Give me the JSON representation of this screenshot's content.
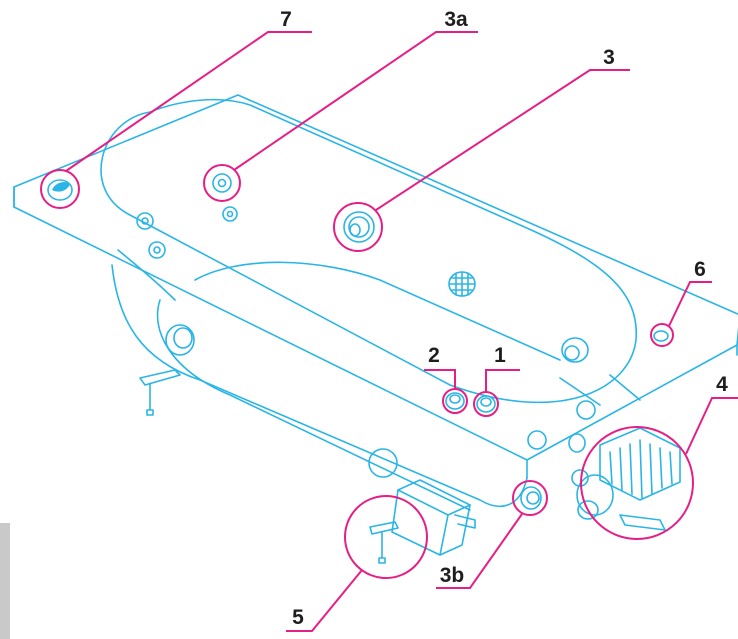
{
  "colors": {
    "line": "#2bb5e6",
    "callout": "#e51f86",
    "label": "#1e1e1e"
  },
  "callouts": [
    {
      "id": "7",
      "text": "7"
    },
    {
      "id": "3a",
      "text": "3a"
    },
    {
      "id": "3",
      "text": "3"
    },
    {
      "id": "6",
      "text": "6"
    },
    {
      "id": "4",
      "text": "4"
    },
    {
      "id": "1",
      "text": "1"
    },
    {
      "id": "2",
      "text": "2"
    },
    {
      "id": "3b",
      "text": "3b"
    },
    {
      "id": "5",
      "text": "5"
    }
  ]
}
